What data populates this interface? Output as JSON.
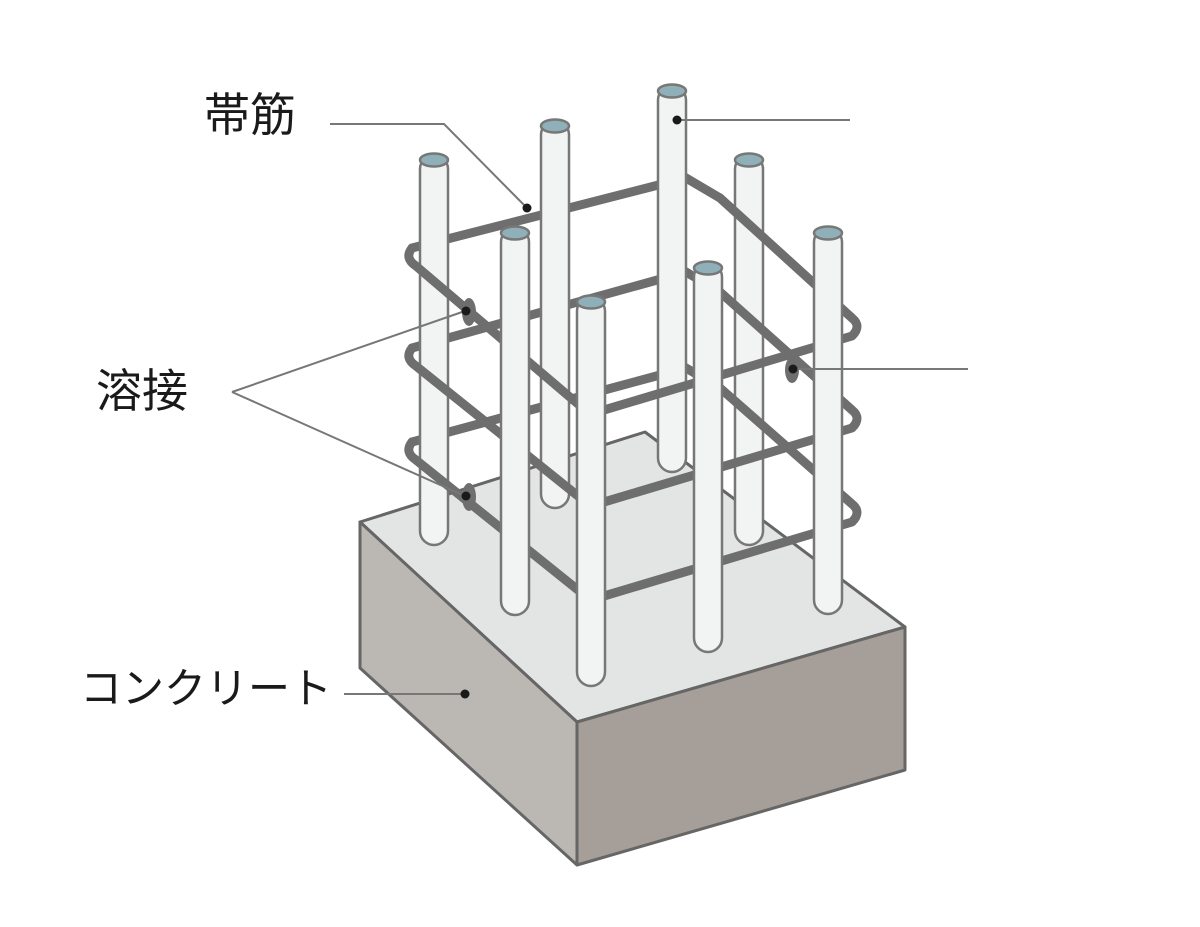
{
  "labels": {
    "hoop": "帯筋",
    "weld": "溶接",
    "concrete": "コンクリート"
  },
  "colors": {
    "block_top": "#e3e4e4",
    "block_left": "#bbb7b3",
    "block_right": "#a69f99",
    "block_edge": "#666666",
    "bar_fill": "#f2f3f3",
    "bar_stroke": "#777777",
    "bar_cap": "#8fb0b8",
    "hoop_stroke": "#6e6e6e",
    "leader_line": "#777777",
    "dot": "#1a1a1a"
  }
}
